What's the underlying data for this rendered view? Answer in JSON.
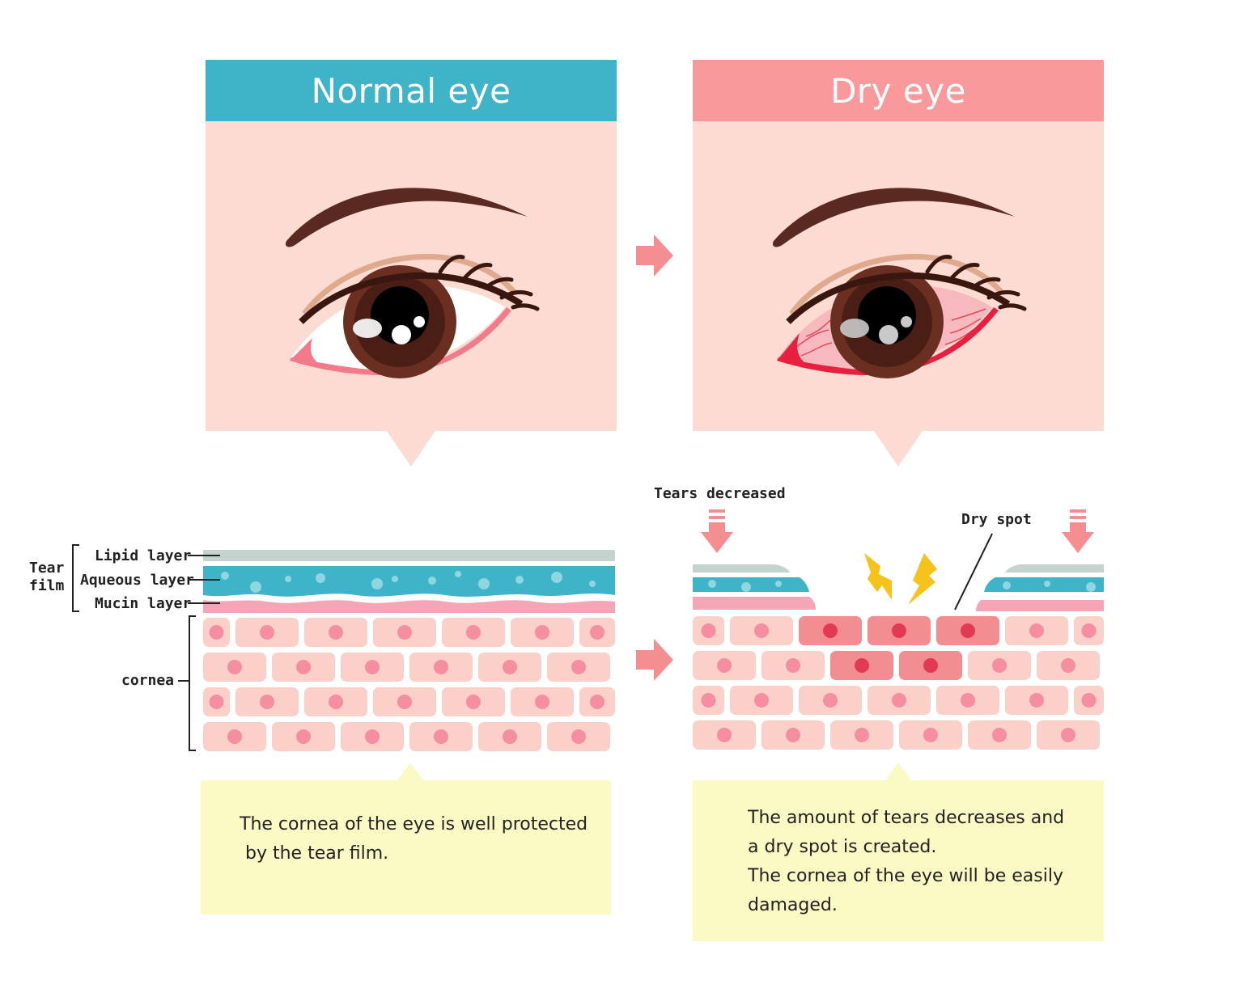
{
  "normal_panel": {
    "title": "Normal eye",
    "header_color": "#3fb3c7"
  },
  "dry_panel": {
    "title": "Dry eye",
    "header_color": "#f9999b"
  },
  "tear_film_label": [
    "Tear",
    "film"
  ],
  "layer_labels": {
    "lipid": "Lipid layer",
    "aqueous": "Aqueous layer",
    "mucin": "Mucin layer",
    "cornea": "cornea"
  },
  "dry_labels": {
    "tears_decreased": "Tears decreased",
    "dry_spot": "Dry spot"
  },
  "normal_note": {
    "lines": [
      "The cornea of the eye is well protected",
      " by the tear film."
    ]
  },
  "dry_note": {
    "lines": [
      "The amount of tears decreases and",
      "a dry spot is created.",
      "The cornea of the eye will be easily",
      "damaged."
    ]
  },
  "colors": {
    "panel_bg": "#fcdcd2",
    "note_bg": "#fbfac4",
    "lipid": "#c4d3cd",
    "aqueous": "#3fb3c7",
    "mucin": "#f5a6b6",
    "cell": "#fbd0c9",
    "cell_nucleus": "#f48ea0",
    "damaged_cell": "#f28d92",
    "damaged_nucleus": "#e23a55",
    "arrow": "#f58e90",
    "spark": "#f6c21c"
  }
}
